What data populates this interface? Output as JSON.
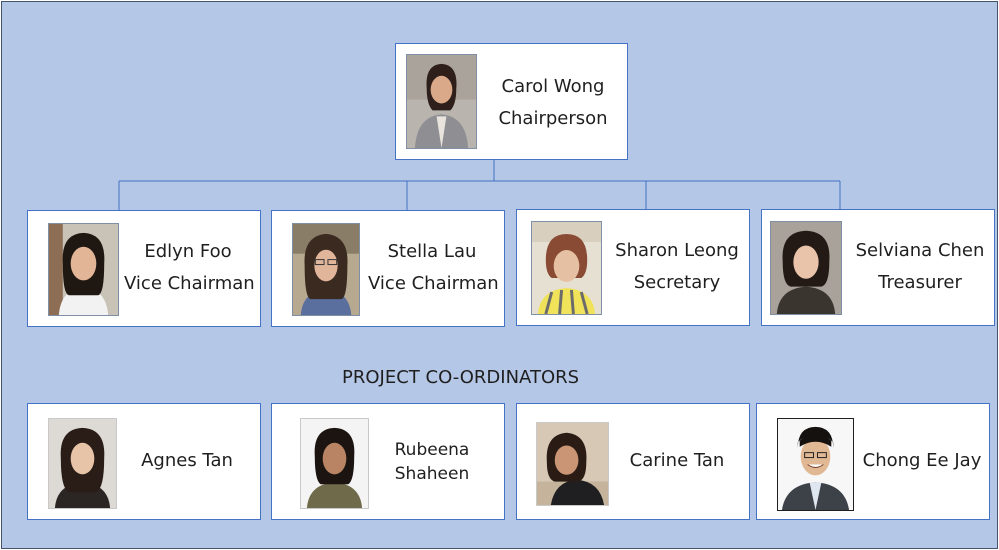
{
  "chairperson": {
    "name": "Carol Wong",
    "role": "Chairperson"
  },
  "committee": [
    {
      "name": "Edlyn Foo",
      "role": "Vice Chairman"
    },
    {
      "name": "Stella Lau",
      "role": "Vice Chairman"
    },
    {
      "name": "Sharon Leong",
      "role": "Secretary"
    },
    {
      "name": "Selviana Chen",
      "role": "Treasurer"
    }
  ],
  "coordinators_heading": "PROJECT CO-ORDINATORS",
  "coordinators": [
    {
      "name": "Agnes Tan"
    },
    {
      "name_line1": "Rubeena",
      "name_line2": "Shaheen"
    },
    {
      "name": "Carine Tan"
    },
    {
      "name": "Chong Ee Jay"
    }
  ],
  "colors": {
    "background": "#b4c7e7",
    "card_border": "#4472c4",
    "connector": "#4472c4",
    "text": "#1f1f1f"
  }
}
